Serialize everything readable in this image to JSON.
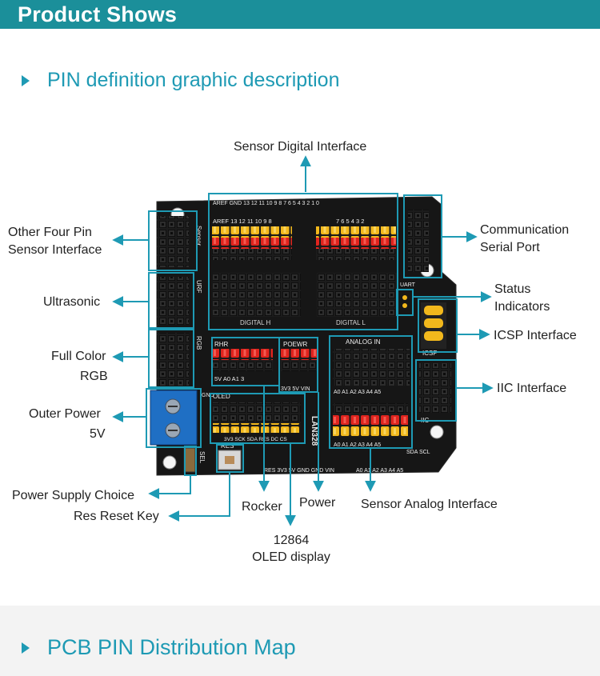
{
  "header": {
    "title": "Product Shows"
  },
  "section1": {
    "title": "PIN definition graphic description"
  },
  "section2": {
    "title": "PCB PIN Distribution Map"
  },
  "labels": {
    "sensor_digital": "Sensor Digital Interface",
    "other_four_pin_1": "Other Four Pin",
    "other_four_pin_2": "Sensor Interface",
    "ultrasonic": "Ultrasonic",
    "full_color_1": "Full Color",
    "full_color_2": "RGB",
    "outer_power_1": "Outer Power",
    "outer_power_2": "5V",
    "power_supply_choice": "Power Supply Choice",
    "res_reset_key": "Res Reset Key",
    "rocker": "Rocker",
    "power": "Power",
    "sensor_analog": "Sensor Analog Interface",
    "oled_1": "12864",
    "oled_2": "OLED display",
    "comm_1": "Communication",
    "comm_2": "Serial Port",
    "status_1": "Status",
    "status_2": "Indicators",
    "icsp": "ICSP Interface",
    "iic": "IIC  Interface"
  },
  "board": {
    "digital_header_top": "AREF GND 13 12 11 10 9 8   7 6 5 4 3 2 1 0",
    "digital_h": "DIGITAL H",
    "digital_l": "DIGITAL L",
    "analog_in": "ANALOG IN",
    "analog_pins": "A0 A1 A2 A3 A4 A5",
    "rhr": "RHR",
    "rhr_pins": "5V A0 A1 3",
    "poewr": "POEWR",
    "poewr_pins": "3V3 5V VIN",
    "oled": "OLED",
    "oled_pins": "3V3 SCK SDA RES DC CS",
    "res": "RES",
    "sel": "SEL",
    "uart": "UART",
    "icsp": "ICSP",
    "iic": "IIC",
    "sensor": "Sensor",
    "urf": "URF",
    "rgb": "RGB",
    "power_row": "RES 3V3 5V GND GND VIN",
    "analog_row": "A0 A1 A2 A3 A4 A5",
    "sda_scl": "SDA SCL",
    "brand": "LAN328",
    "top_row_left": "AREF 13 12 11 10 9 8",
    "top_row_right": "7 6 5 4 3 2"
  },
  "colors": {
    "header": "#1b8f9a",
    "accent": "#1e9ab4",
    "pcb": "#161616",
    "yellow_pin": "#f2b81c",
    "red_pin": "#e0241e",
    "terminal_blue": "#1f6fc4"
  }
}
